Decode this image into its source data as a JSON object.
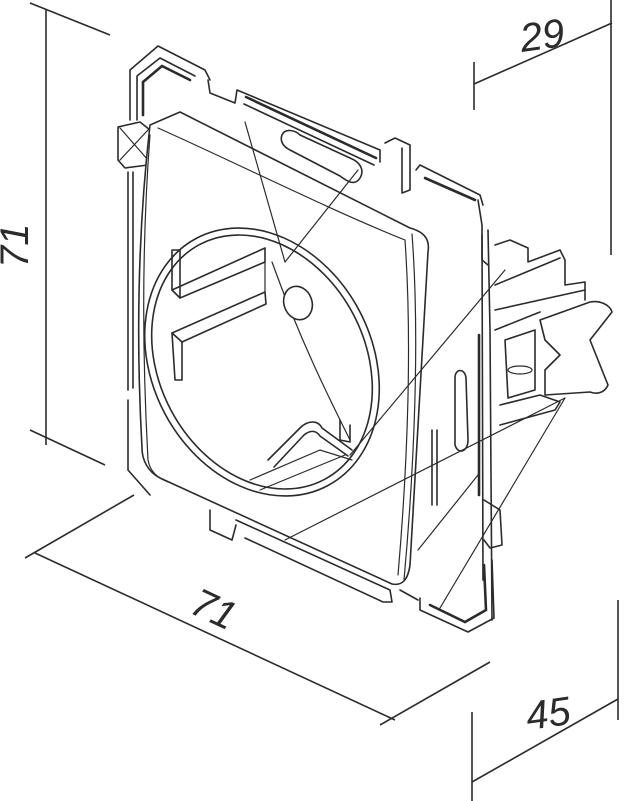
{
  "drawing": {
    "subject": "flush-mounted earthed socket outlet (Schuko) insert with mounting frame and claws",
    "view": "isometric",
    "units": "mm"
  },
  "dimensions": {
    "height": {
      "label": "71",
      "orientation": "vertical-left"
    },
    "width": {
      "label": "71",
      "orientation": "bottom-left-diagonal"
    },
    "depth_front": {
      "label": "29",
      "orientation": "top-right"
    },
    "depth_total": {
      "label": "45",
      "orientation": "bottom-right"
    }
  },
  "colors": {
    "line": "#2b2b2b",
    "background": "#ffffff"
  }
}
